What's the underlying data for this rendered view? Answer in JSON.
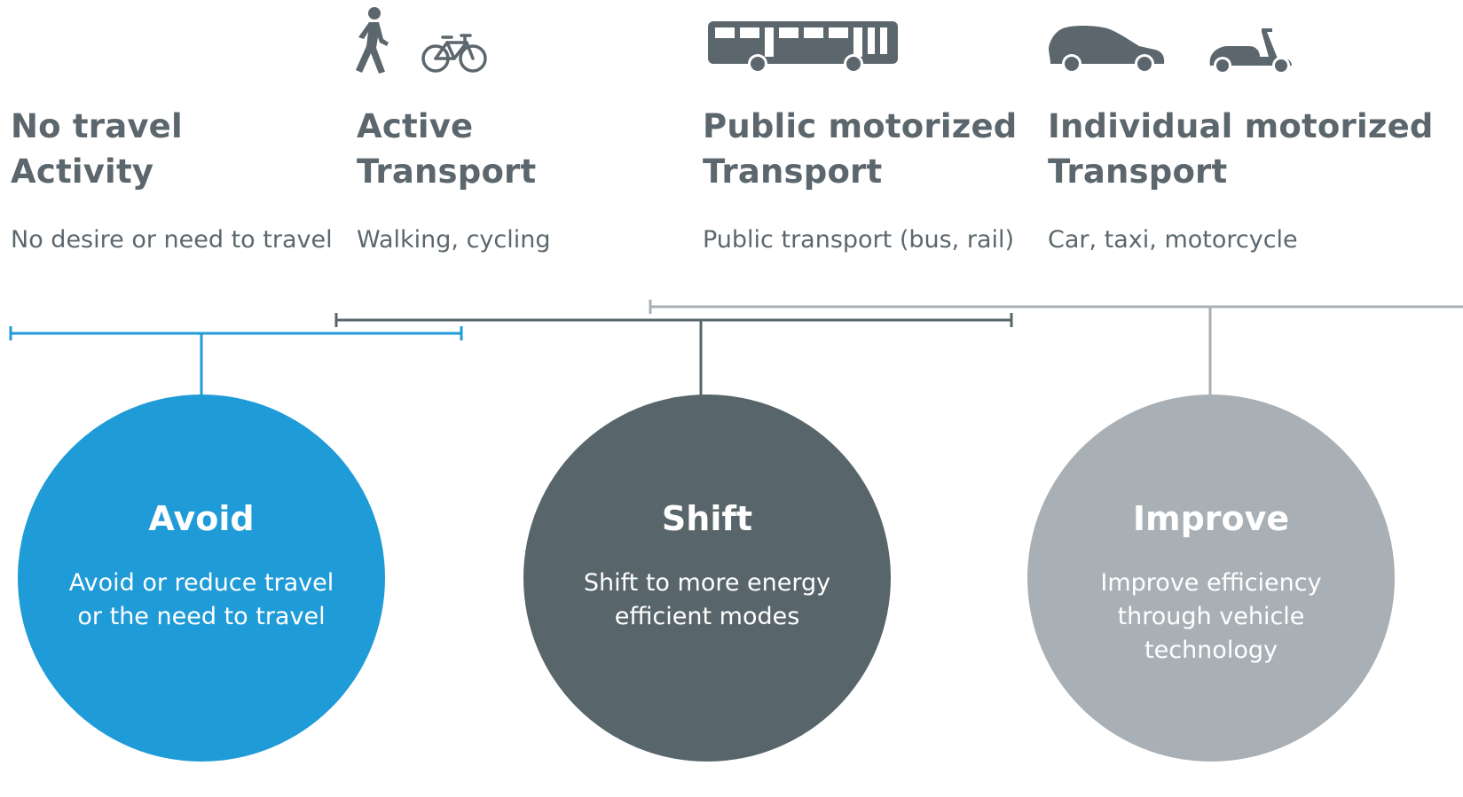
{
  "colors": {
    "avoid": "#1f9bd7",
    "shift": "#58656a",
    "improve": "#a8b0b5",
    "text": "#5c676d",
    "icon": "#5c676d"
  },
  "icons": [
    "walking-person-icon",
    "bicycle-icon",
    "bus-icon",
    "car-icon",
    "scooter-icon"
  ],
  "categories": [
    {
      "title_line1": "No travel",
      "title_line2": "Activity",
      "description": "No desire or need to travel"
    },
    {
      "title_line1": "Active",
      "title_line2": "Transport",
      "description": "Walking, cycling"
    },
    {
      "title_line1": "Public motorized",
      "title_line2": "Transport",
      "description": "Public transport (bus, rail)"
    },
    {
      "title_line1": "Individual motorized",
      "title_line2": "Transport",
      "description": "Car, taxi, motorcycle"
    }
  ],
  "strategies": [
    {
      "title": "Avoid",
      "description": "Avoid or reduce travel or the need to travel"
    },
    {
      "title": "Shift",
      "description": "Shift to more energy efficient modes"
    },
    {
      "title": "Improve",
      "description": "Improve efficiency through vehicle technology"
    }
  ]
}
